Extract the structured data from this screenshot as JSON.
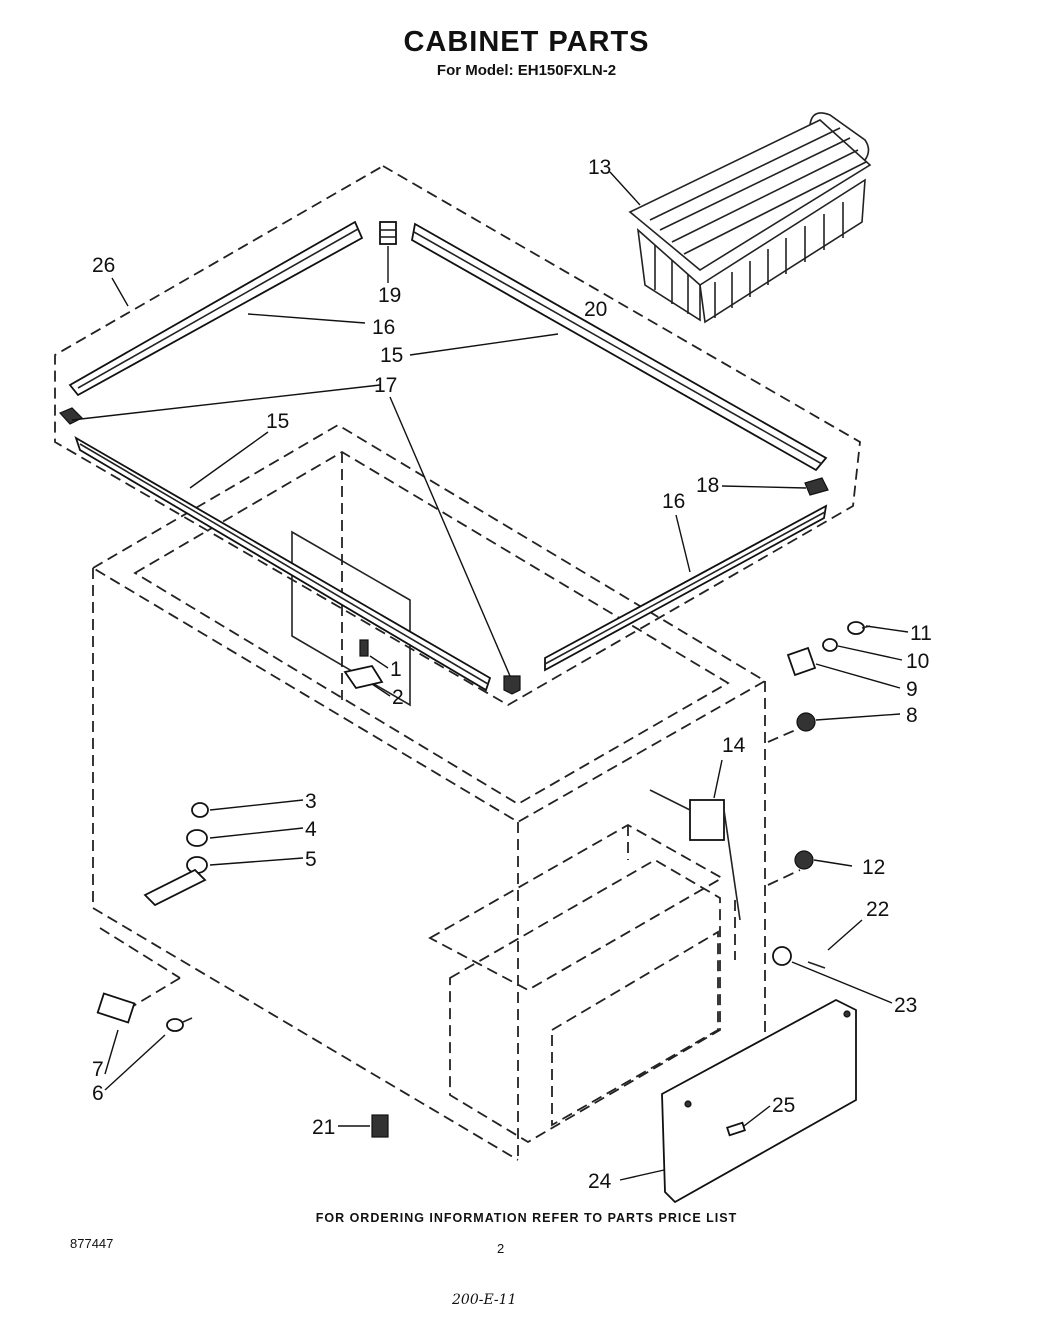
{
  "title": "CABINET PARTS",
  "subtitle": "For Model: EH150FXLN-2",
  "footer_note": "FOR ORDERING INFORMATION REFER TO PARTS PRICE LIST",
  "doc_number": "877447",
  "page_number": "2",
  "handwritten_note": "200-E-11",
  "callouts": {
    "c1": "1",
    "c2": "2",
    "c3": "3",
    "c4": "4",
    "c5": "5",
    "c6": "6",
    "c7": "7",
    "c8": "8",
    "c9": "9",
    "c10": "10",
    "c11": "11",
    "c12": "12",
    "c13": "13",
    "c14": "14",
    "c15a": "15",
    "c15b": "15",
    "c16a": "16",
    "c16b": "16",
    "c17": "17",
    "c18": "18",
    "c19": "19",
    "c20": "20",
    "c21": "21",
    "c22": "22",
    "c23": "23",
    "c24": "24",
    "c25": "25",
    "c26": "26"
  }
}
